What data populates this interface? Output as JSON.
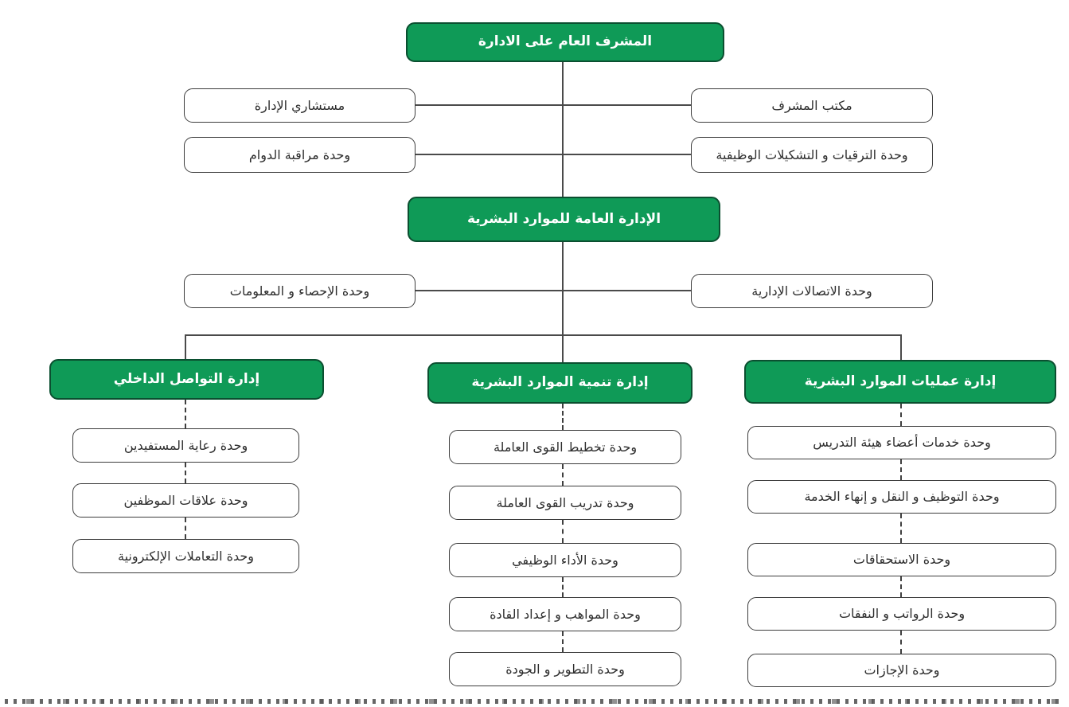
{
  "meta": {
    "chart_kind": "organizational-chart",
    "language": "ar",
    "colors": {
      "department_fill": "#0f9a57",
      "department_border": "#0b4f30",
      "unit_border": "#3d3d3d",
      "connector": "#4a4a4a",
      "unit_text": "#2e2e2e",
      "department_text": "#ffffff"
    }
  },
  "root": {
    "label": "المشرف العام على الادارة"
  },
  "supervisor_side_units": {
    "left": [
      {
        "label": "مستشاري الإدارة"
      },
      {
        "label": "وحدة مراقبة الدوام"
      }
    ],
    "right": [
      {
        "label": "مكتب المشرف"
      },
      {
        "label": "وحدة الترقيات و التشكيلات الوظيفية"
      }
    ]
  },
  "general_administration": {
    "label": "الإدارة العامة للموارد البشرية"
  },
  "general_side_units": {
    "left": {
      "label": "وحدة الإحصاء و المعلومات"
    },
    "right": {
      "label": "وحدة الاتصالات الإدارية"
    }
  },
  "departments": [
    {
      "label": "إدارة التواصل الداخلي",
      "units": [
        "وحدة رعاية المستفيدين",
        "وحدة علاقات الموظفين",
        "وحدة التعاملات الإلكترونية"
      ]
    },
    {
      "label": "إدارة تنمية الموارد البشرية",
      "units": [
        "وحدة تخطيط القوى العاملة",
        "وحدة تدريب القوى العاملة",
        "وحدة الأداء الوظيفي",
        "وحدة المواهب و إعداد القادة",
        "وحدة التطوير و الجودة"
      ]
    },
    {
      "label": "إدارة عمليات الموارد البشرية",
      "units": [
        "وحدة خدمات أعضاء هيئة التدريس",
        "وحدة التوظيف و النقل و إنهاء الخدمة",
        "وحدة الاستحقاقات",
        "وحدة الرواتب و النفقات",
        "وحدة الإجازات"
      ]
    }
  ]
}
